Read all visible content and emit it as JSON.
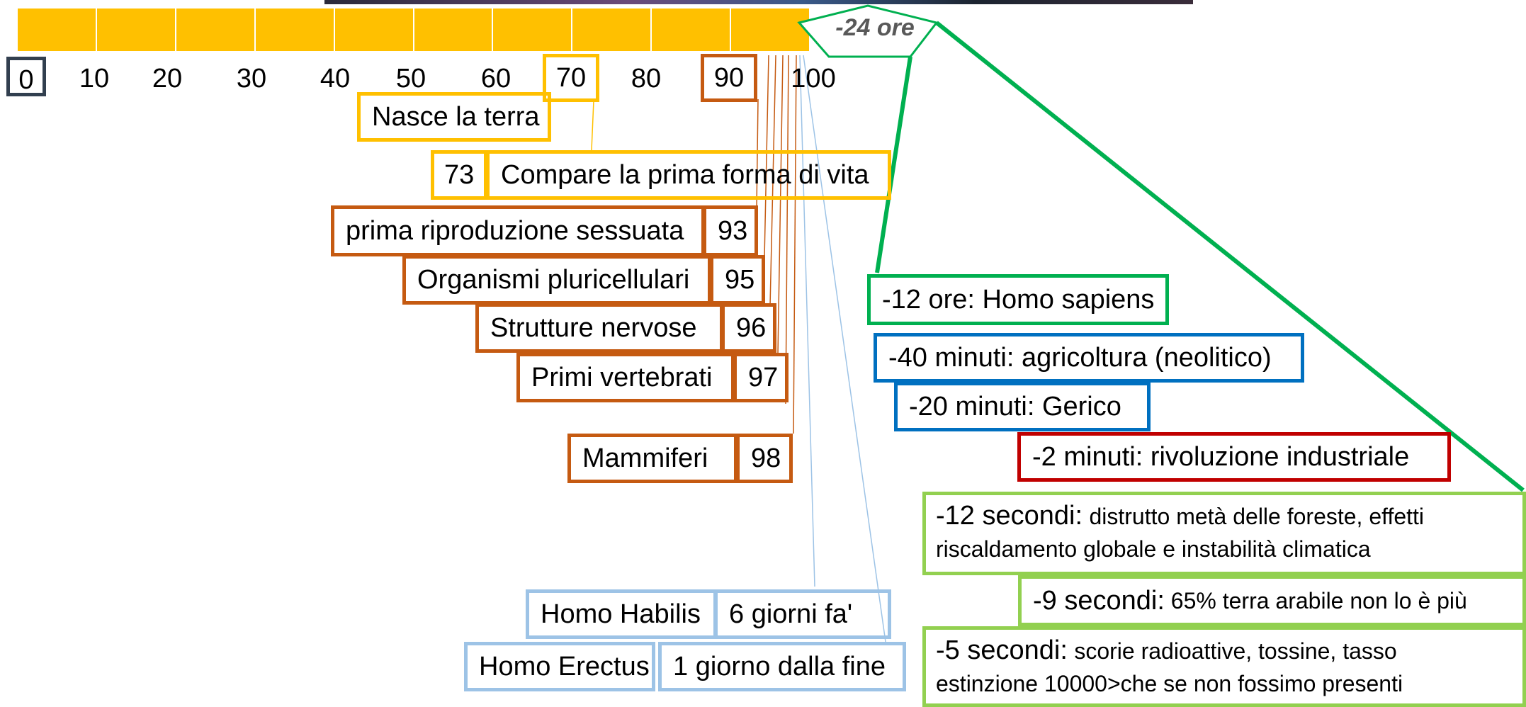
{
  "scale": {
    "ticks": [
      "0",
      "10",
      "20",
      "30",
      "40",
      "50",
      "60",
      "70",
      "80",
      "90",
      "100"
    ],
    "end_label": "-24 ore"
  },
  "events": {
    "terra": {
      "label": "Nasce la terra"
    },
    "vita": {
      "value": "73",
      "label": "Compare la prima forma di vita"
    },
    "sessuata": {
      "label": "prima riproduzione sessuata",
      "value": "93"
    },
    "pluricellulari": {
      "label": "Organismi pluricellulari",
      "value": "95"
    },
    "nervose": {
      "label": "Strutture nervose",
      "value": "96"
    },
    "vertebrati": {
      "label": "Primi vertebrati",
      "value": "97"
    },
    "mammiferi": {
      "label": "Mammiferi",
      "value": "98"
    },
    "habilis": {
      "label": "Homo Habilis",
      "value": "6 giorni fa'"
    },
    "erectus": {
      "label": "Homo Erectus",
      "value": "1 giorno dalla fine"
    }
  },
  "zoom": {
    "sapiens": "-12 ore: Homo sapiens",
    "agricoltura": "-40 minuti: agricoltura (neolitico)",
    "gerico": "-20 minuti: Gerico",
    "industriale": "-2 minuti: rivoluzione industriale",
    "s12": {
      "time": "-12 secondi:",
      "line1": "distrutto metà delle foreste, effetti",
      "line2": "riscaldamento globale e instabilità climatica"
    },
    "s9": {
      "time": "-9 secondi:",
      "text": "65% terra arabile non lo è più"
    },
    "s5": {
      "time": "-5 secondi:",
      "line1": "scorie radioattive, tossine, tasso",
      "line2": "estinzione 10000>che se non fossimo presenti"
    }
  },
  "colors": {
    "bar": "#FFC000",
    "early": "#FFC000",
    "evolution": "#C55A11",
    "hominid": "#9DC3E6",
    "zoom": "#00B050",
    "agri": "#0070C0",
    "industrial": "#C00000",
    "recent": "#92D050"
  }
}
